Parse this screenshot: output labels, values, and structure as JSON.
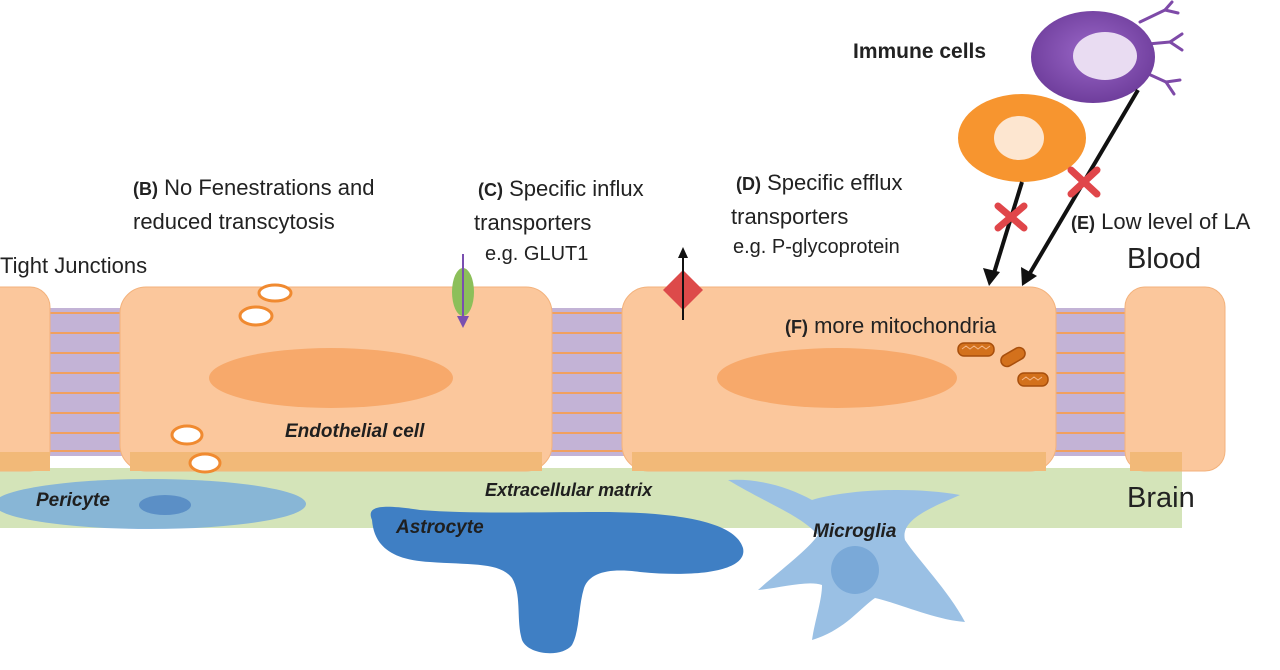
{
  "labels": {
    "immune_cells": "Immune cells",
    "fenestrations_letter": "(B)",
    "fenestrations_line1": "No Fenestrations and",
    "fenestrations_line2": "reduced transcytosis",
    "influx_letter": "(C)",
    "influx_line1": "Specific influx",
    "influx_line2": "transporters",
    "influx_line3": "e.g. GLUT1",
    "efflux_letter": "(D)",
    "efflux_line1": "Specific efflux",
    "efflux_line2": "transporters",
    "efflux_line3": "e.g. P-glycoprotein",
    "lam_letter": "(E)",
    "lam_text": "Low level of  LA",
    "tight_junctions": "Tight Junctions",
    "blood": "Blood",
    "brain": "Brain",
    "mitochondria_letter": "(F)",
    "mitochondria_text": "more mitochondria",
    "endothelial_cell": "Endothelial cell",
    "extracellular_matrix": "Extracellular matrix",
    "pericyte": "Pericyte",
    "astrocyte": "Astrocyte",
    "microglia": "Microglia"
  },
  "colors": {
    "endothelial": "#fbc79c",
    "endothelial_base": "#f2b978",
    "nucleus": "#f7a96b",
    "junction": "#c3b3d6",
    "junction_line": "#f0a060",
    "matrix": "#d4e4b9",
    "pericyte": "#7fb0d9",
    "astrocyte": "#3f7fc4",
    "microglia": "#9ac0e4",
    "immune_purple": "#7e4aa8",
    "immune_orange": "#f7952f",
    "block_mark": "#e0464a",
    "influx_transporter": "#8cbf5a",
    "efflux_transporter": "#dd4a4a"
  }
}
